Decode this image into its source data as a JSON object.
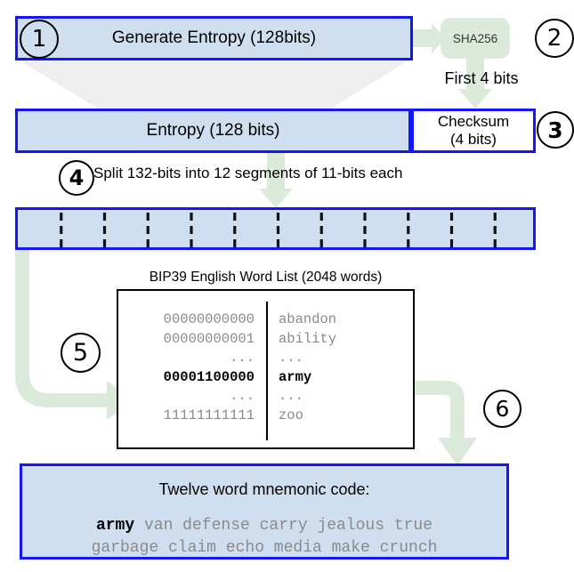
{
  "diagram": {
    "title": "BIP39 mnemonic generation",
    "colors": {
      "box_border": "#1414ff",
      "box_fill": "#cfdff0",
      "arrow_green": "#dceadb",
      "funnel_gray": "#eeeeee",
      "mono_gray": "#8a8a8a",
      "black": "#000000"
    }
  },
  "steps": {
    "one": "1",
    "two": "2",
    "three": "3",
    "four": "4",
    "five": "5",
    "six": "6"
  },
  "generate": {
    "label": "Generate Entropy (128bits)"
  },
  "sha": {
    "label": "SHA256"
  },
  "first_bits": {
    "label": "First 4 bits"
  },
  "entropy": {
    "label": "Entropy (128 bits)"
  },
  "checksum": {
    "line1": "Checksum",
    "line2": "(4 bits)"
  },
  "split": {
    "label": "Split 132-bits into 12 segments of 11-bits each",
    "segment_count": 12,
    "divider_count": 11
  },
  "wordlist": {
    "title": "BIP39 English Word List (2048 words)",
    "rows": [
      {
        "code": "00000000000",
        "word": "abandon",
        "highlight": false
      },
      {
        "code": "00000000001",
        "word": "ability",
        "highlight": false
      },
      {
        "code": "...",
        "word": "...",
        "highlight": false
      },
      {
        "code": "00001100000",
        "word": "army",
        "highlight": true
      },
      {
        "code": "...",
        "word": "...",
        "highlight": false
      },
      {
        "code": "11111111111",
        "word": "zoo",
        "highlight": false
      }
    ]
  },
  "mnemonic": {
    "title": "Twelve word mnemonic code:",
    "highlight_word": "army",
    "line1_rest": " van defense carry jealous true",
    "line2": "garbage claim echo media make crunch",
    "words": [
      "army",
      "van",
      "defense",
      "carry",
      "jealous",
      "true",
      "garbage",
      "claim",
      "echo",
      "media",
      "make",
      "crunch"
    ]
  }
}
